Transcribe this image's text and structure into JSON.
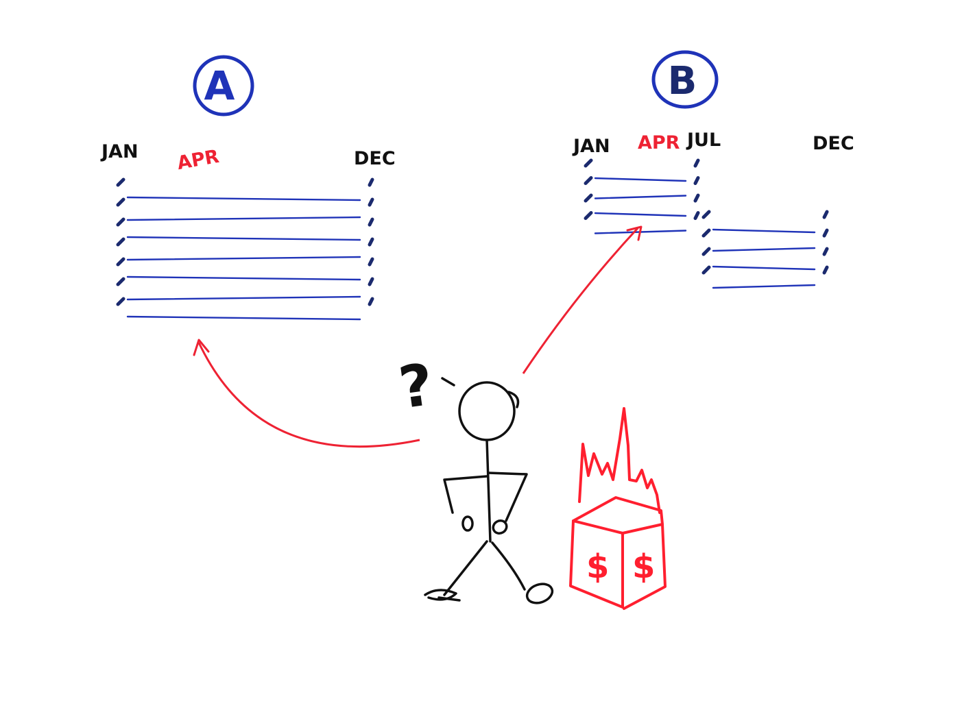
{
  "colors": {
    "blue": "#1f33b8",
    "navy": "#1b2a6e",
    "black": "#111111",
    "red": "#ee2233",
    "fire": "#ff1f2f"
  },
  "option_a": {
    "label": "A",
    "months": {
      "start": "JAN",
      "highlight": "APR",
      "end": "DEC"
    },
    "bar_count": 7
  },
  "option_b": {
    "label": "B",
    "months": {
      "start": "JAN",
      "highlight": "APR",
      "mid": "JUL",
      "end": "DEC"
    },
    "first_half_bar_count": 4,
    "second_half_bar_count": 4
  },
  "person": {
    "thought": "?"
  },
  "money_box": {
    "symbol_left": "$",
    "symbol_right": "$",
    "on_fire": true
  }
}
